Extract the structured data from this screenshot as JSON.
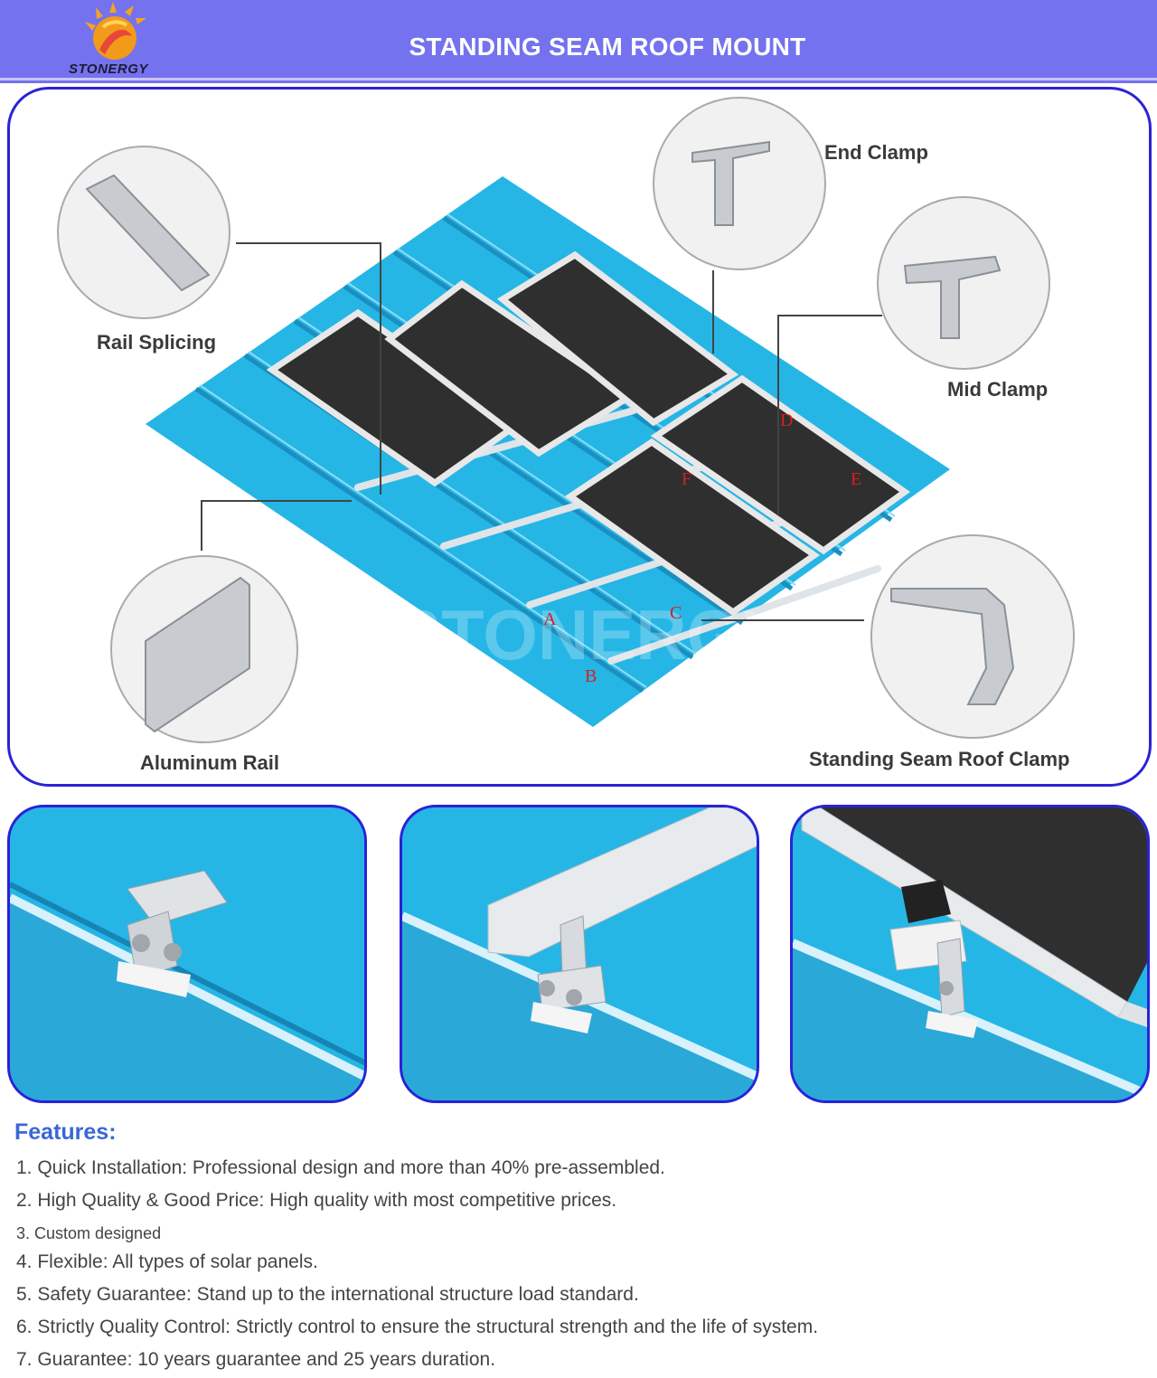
{
  "header": {
    "logo_text": "STONERGY",
    "title": "STANDING SEAM ROOF MOUNT"
  },
  "diagram": {
    "labels": {
      "rail_splicing": "Rail Splicing",
      "end_clamp": "End Clamp",
      "mid_clamp": "Mid Clamp",
      "aluminum_rail": "Aluminum Rail",
      "standing_seam_roof_clamp": "Standing Seam Roof Clamp"
    },
    "markers": [
      "A",
      "B",
      "C",
      "D",
      "E",
      "F"
    ],
    "watermark": "STONERGY"
  },
  "features": {
    "title": "Features:",
    "items": [
      "1. Quick Installation:  Professional design and more than 40% pre-assembled.",
      "2. High Quality & Good Price: High quality with most competitive prices.",
      "3. Custom designed",
      "4. Flexible: All types of solar panels.",
      "5. Safety Guarantee:  Stand up to the international structure load standard.",
      "6. Strictly Quality Control: Strictly control  to ensure the structural strength and the life of system.",
      "7. Guarantee: 10 years guarantee and 25 years duration."
    ]
  },
  "colors": {
    "header_bg": "#7472ee",
    "frame_border": "#2a22d6",
    "roof_blue": "#25b6e6",
    "panel_dark": "#2f2f2f",
    "features_title": "#3a67d8",
    "marker_red": "#d42020"
  }
}
